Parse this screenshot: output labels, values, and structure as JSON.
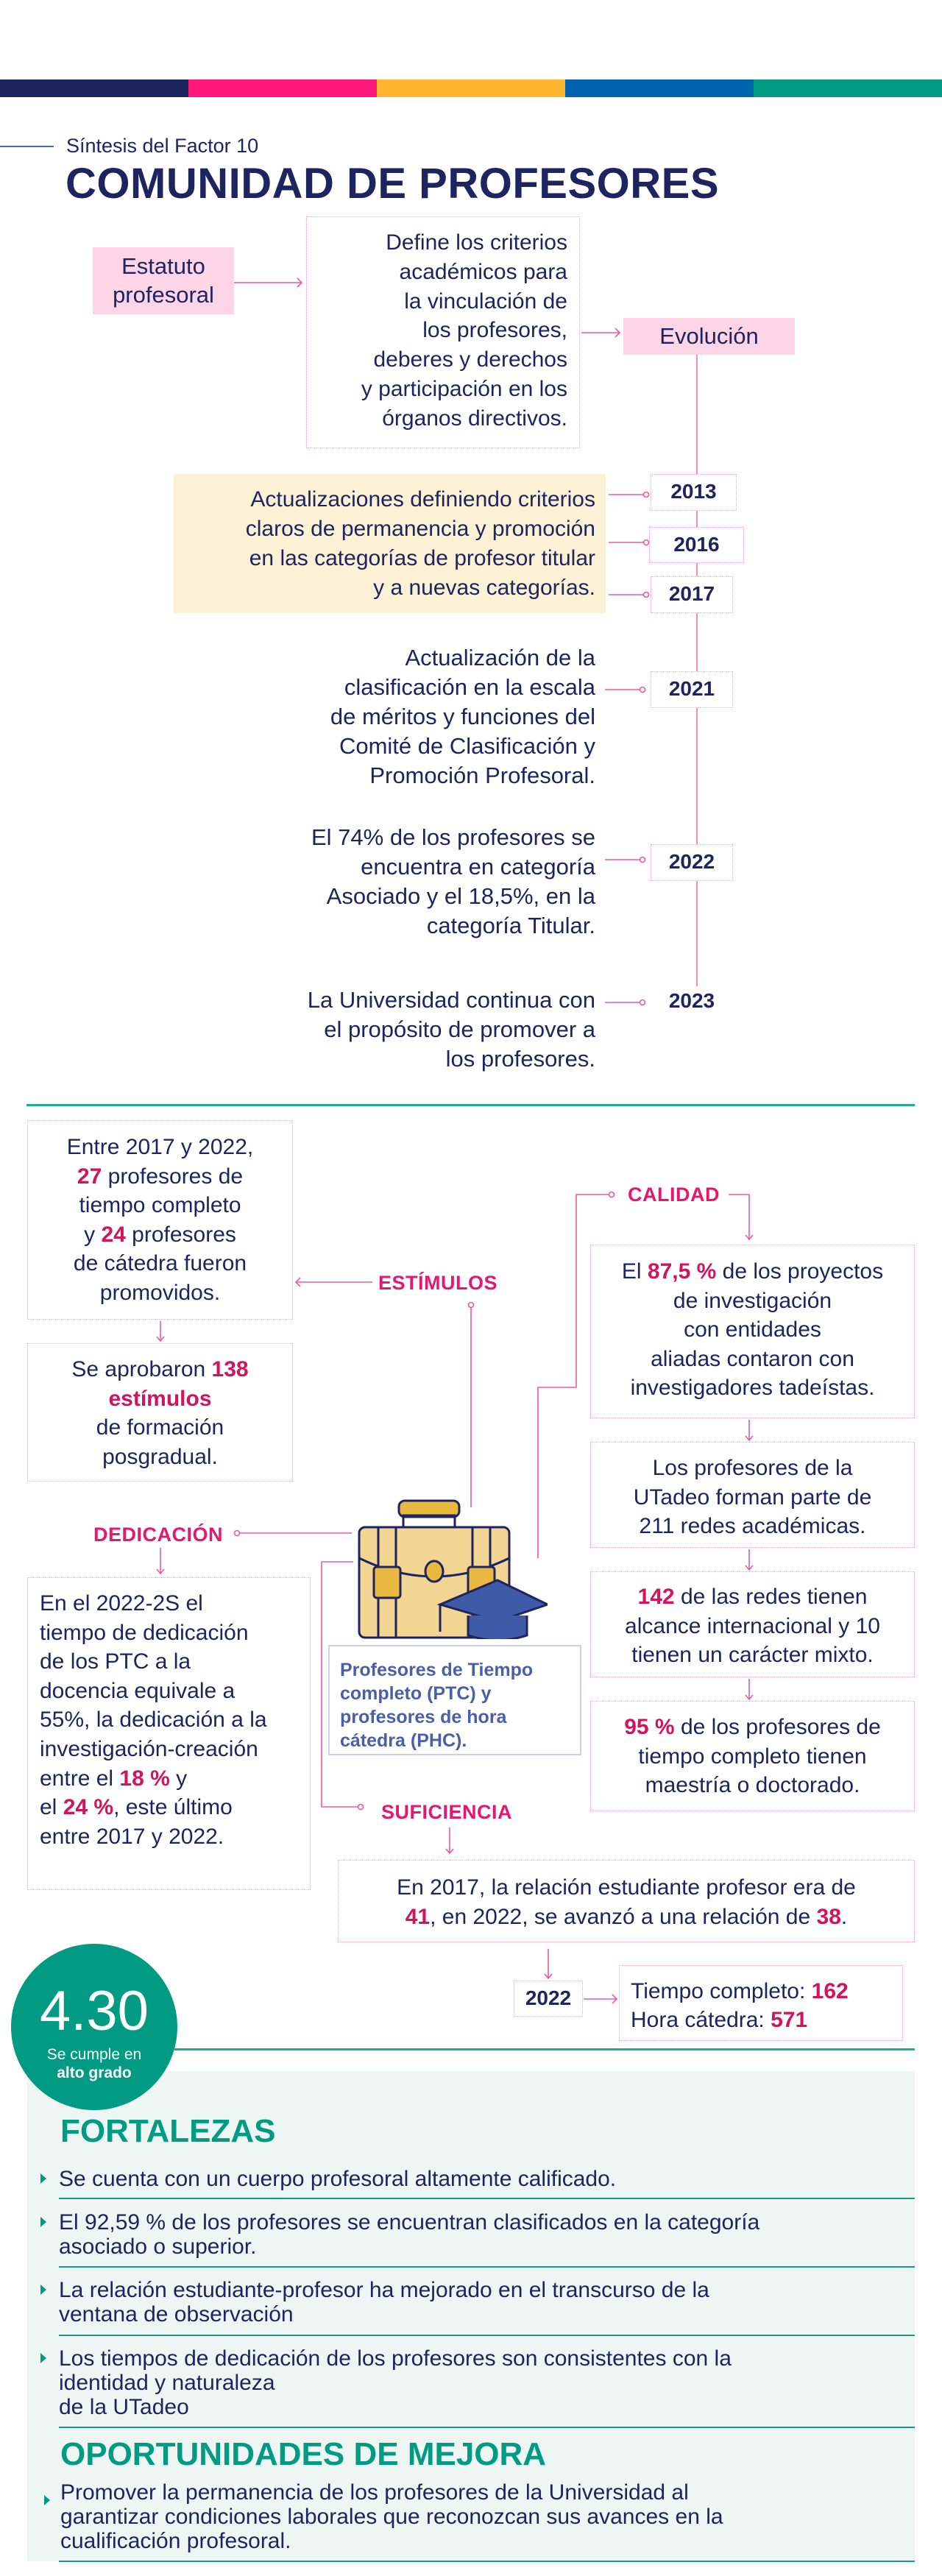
{
  "header": {
    "brand_colors": [
      "#1e2460",
      "#fe1879",
      "#ffb62f",
      "#0064b0",
      "#009b82"
    ],
    "subtitle": "Síntesis del Factor 10",
    "title": "COMUNIDAD DE PROFESORES"
  },
  "statute": {
    "label": "Estatuto\nprofesoral",
    "definition": "Define los criterios\nacadémicos para\nla vinculación de\nlos profesores,\ndeberes y derechos\ny participación en los\nórganos directivos.",
    "evolution_label": "Evolución"
  },
  "timeline": {
    "group_text": "Actualizaciones definiendo criterios\nclaros de permanencia y promoción\nen las categorías de profesor titular\ny a nuevas categorías.",
    "years": [
      "2013",
      "2016",
      "2017",
      "2021",
      "2022",
      "2023"
    ],
    "text_2021": "Actualización de la\nclasificación en la escala\nde méritos y  funciones del\nComité de Clasificación y\nPromoción Profesoral.",
    "text_2022": "El 74% de los profesores se\nencuentra en categoría\nAsociado y el 18,5%, en la\ncategoría Titular.",
    "text_2023": "La Universidad continua con\nel propósito de promover a\nlos profesores."
  },
  "estimulos": {
    "label": "ESTÍMULOS",
    "box1": {
      "p1": "Entre 2017 y 2022,\n",
      "n1": "27",
      "p2": " profesores de\ntiempo completo\ny ",
      "n2": "24",
      "p3": " profesores\nde cátedra fueron\npromovidos."
    },
    "box2": {
      "p1": "Se aprobaron ",
      "n1": "138\nestímulos",
      "p2": "\nde formación\nposgradual."
    }
  },
  "calidad": {
    "label": "CALIDAD",
    "box1": {
      "p1": "El ",
      "n1": "87,5 %",
      "p2": " de los proyectos\nde investigación\ncon entidades\naliadas contaron con\ninvestigadores tadeístas."
    },
    "box2": "Los profesores de la\nUTadeo forman parte de\n211 redes académicas.",
    "box3": {
      "n1": "142",
      "p1": " de las redes tienen\nalcance internacional y 10\ntienen un carácter mixto."
    },
    "box4": {
      "n1": "95 %",
      "p1": " de los profesores de\ntiempo completo tienen\nmaestría o doctorado."
    }
  },
  "dedicacion": {
    "label": "DEDICACIÓN",
    "box": {
      "p1": "En el 2022-2S  el\ntiempo de dedicación\nde los PTC a la\ndocencia equivale a\n55%, la dedicación a la\ninvestigación-creación\nentre el ",
      "n1": "18 %",
      "p2": " y\nel ",
      "n2": "24 %",
      "p3": ", este último\nentre 2017 y 2022."
    }
  },
  "center": {
    "caption": "Profesores de Tiempo\ncompleto (PTC) y\nprofesores de hora\ncátedra (PHC)."
  },
  "suficiencia": {
    "label": "SUFICIENCIA",
    "box": {
      "p1": "En 2017, la relación estudiante profesor era de\n",
      "n1": "41",
      "p2": ", en 2022, se avanzó a una relación de ",
      "n2": "38",
      "p3": "."
    },
    "year": "2022",
    "full_time_label": "Tiempo completo: ",
    "full_time_value": "162",
    "hourly_label": "Hora cátedra: ",
    "hourly_value": "571"
  },
  "score": {
    "value": "4.30",
    "line1": "Se cumple en",
    "line2": "alto grado"
  },
  "strengths": {
    "title": "FORTALEZAS",
    "items": [
      "Se cuenta con un cuerpo profesoral altamente calificado.",
      "El 92,59 % de los profesores se encuentran clasificados en la categoría\nasociado o superior.",
      "La relación estudiante-profesor ha mejorado en el transcurso de la\nventana de observación",
      "Los tiempos de dedicación de los profesores son consistentes con la\nidentidad y naturaleza\nde la UTadeo"
    ]
  },
  "improvements": {
    "title": "OPORTUNIDADES DE MEJORA",
    "items": [
      "Promover la permanencia de los profesores de la Universidad al\ngarantizar condiciones laborales que reconozcan sus avances en la\ncualificación profesoral."
    ]
  }
}
